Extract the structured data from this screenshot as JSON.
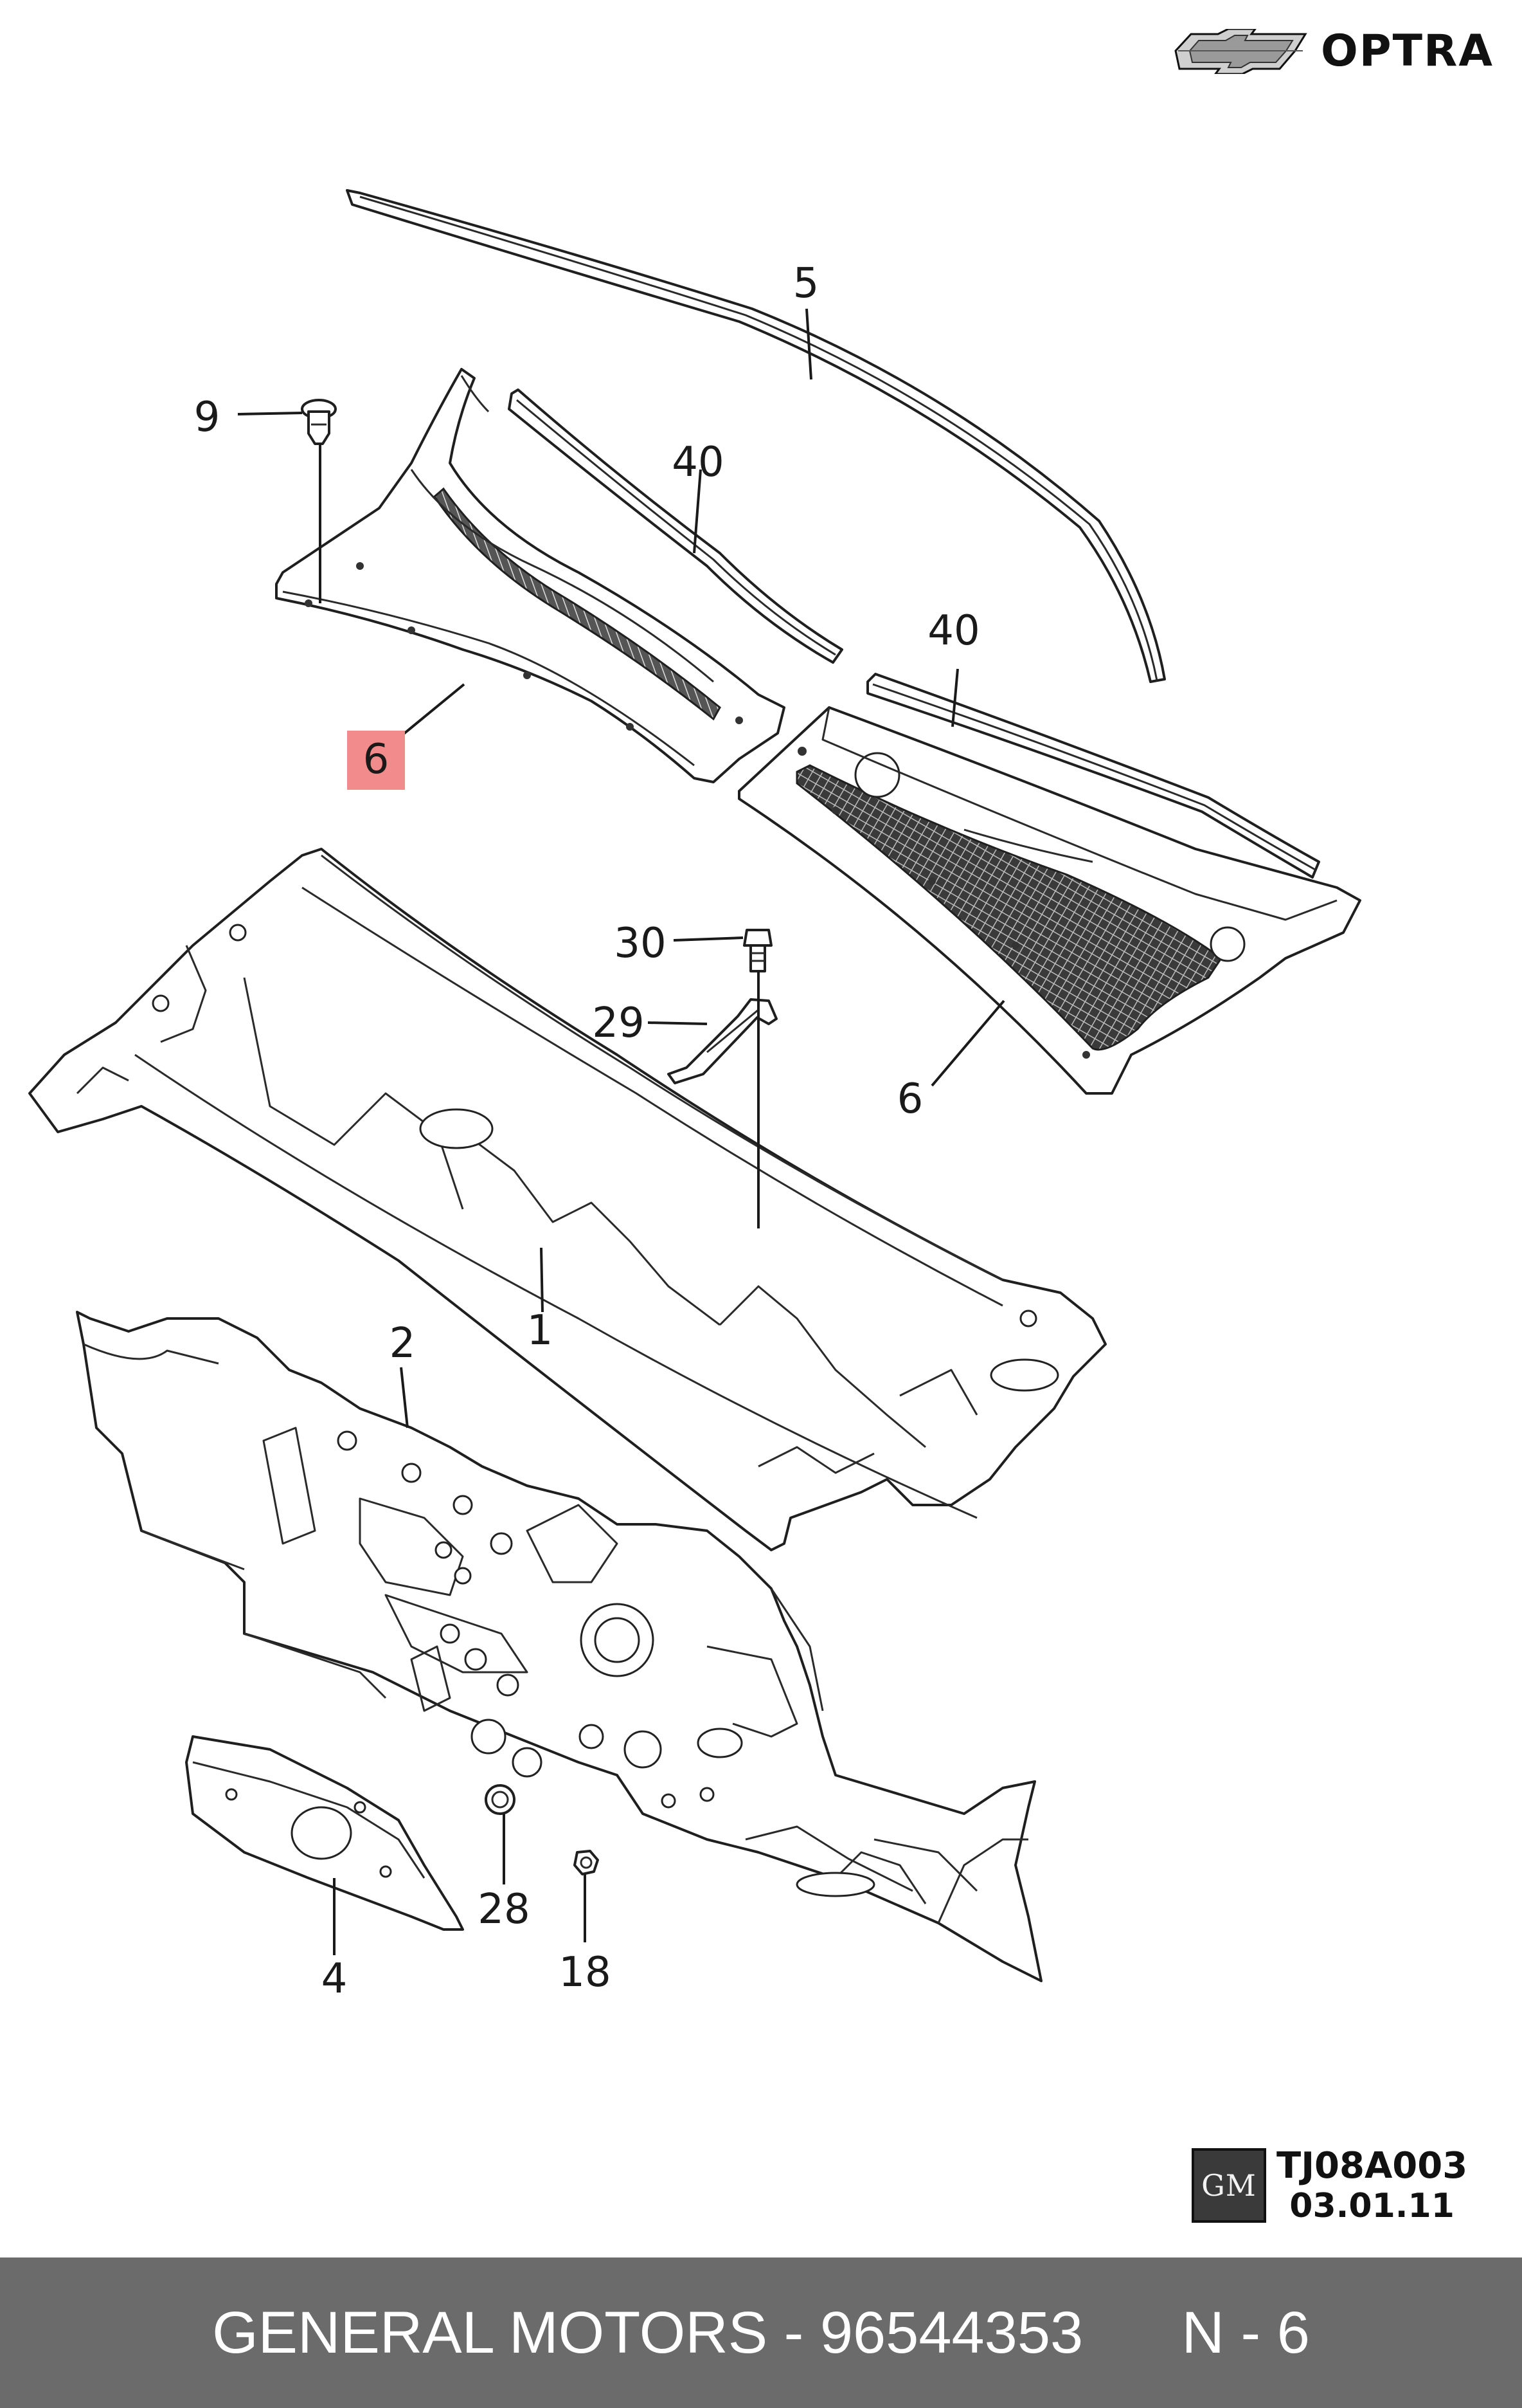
{
  "header": {
    "brand_text": "OPTRA",
    "emblem_icon": "chevrolet-bowtie-icon"
  },
  "diagram": {
    "callouts": {
      "part_1": "1",
      "part_2": "2",
      "part_4": "4",
      "part_5": "5",
      "part_6_left": "6",
      "part_6_right": "6",
      "part_9": "9",
      "part_18": "18",
      "part_28": "28",
      "part_29": "29",
      "part_30": "30",
      "part_40_left": "40",
      "part_40_right": "40"
    },
    "highlight_color": "#f28b8b",
    "highlighted_callout": "part_6_left"
  },
  "stamp": {
    "badge_icon": "gm-logo-icon",
    "badge_text": "GM",
    "code": "TJ08A003",
    "date": "03.01.11"
  },
  "footer": {
    "text": "GENERAL MOTORS - 96544353      N - 6"
  }
}
